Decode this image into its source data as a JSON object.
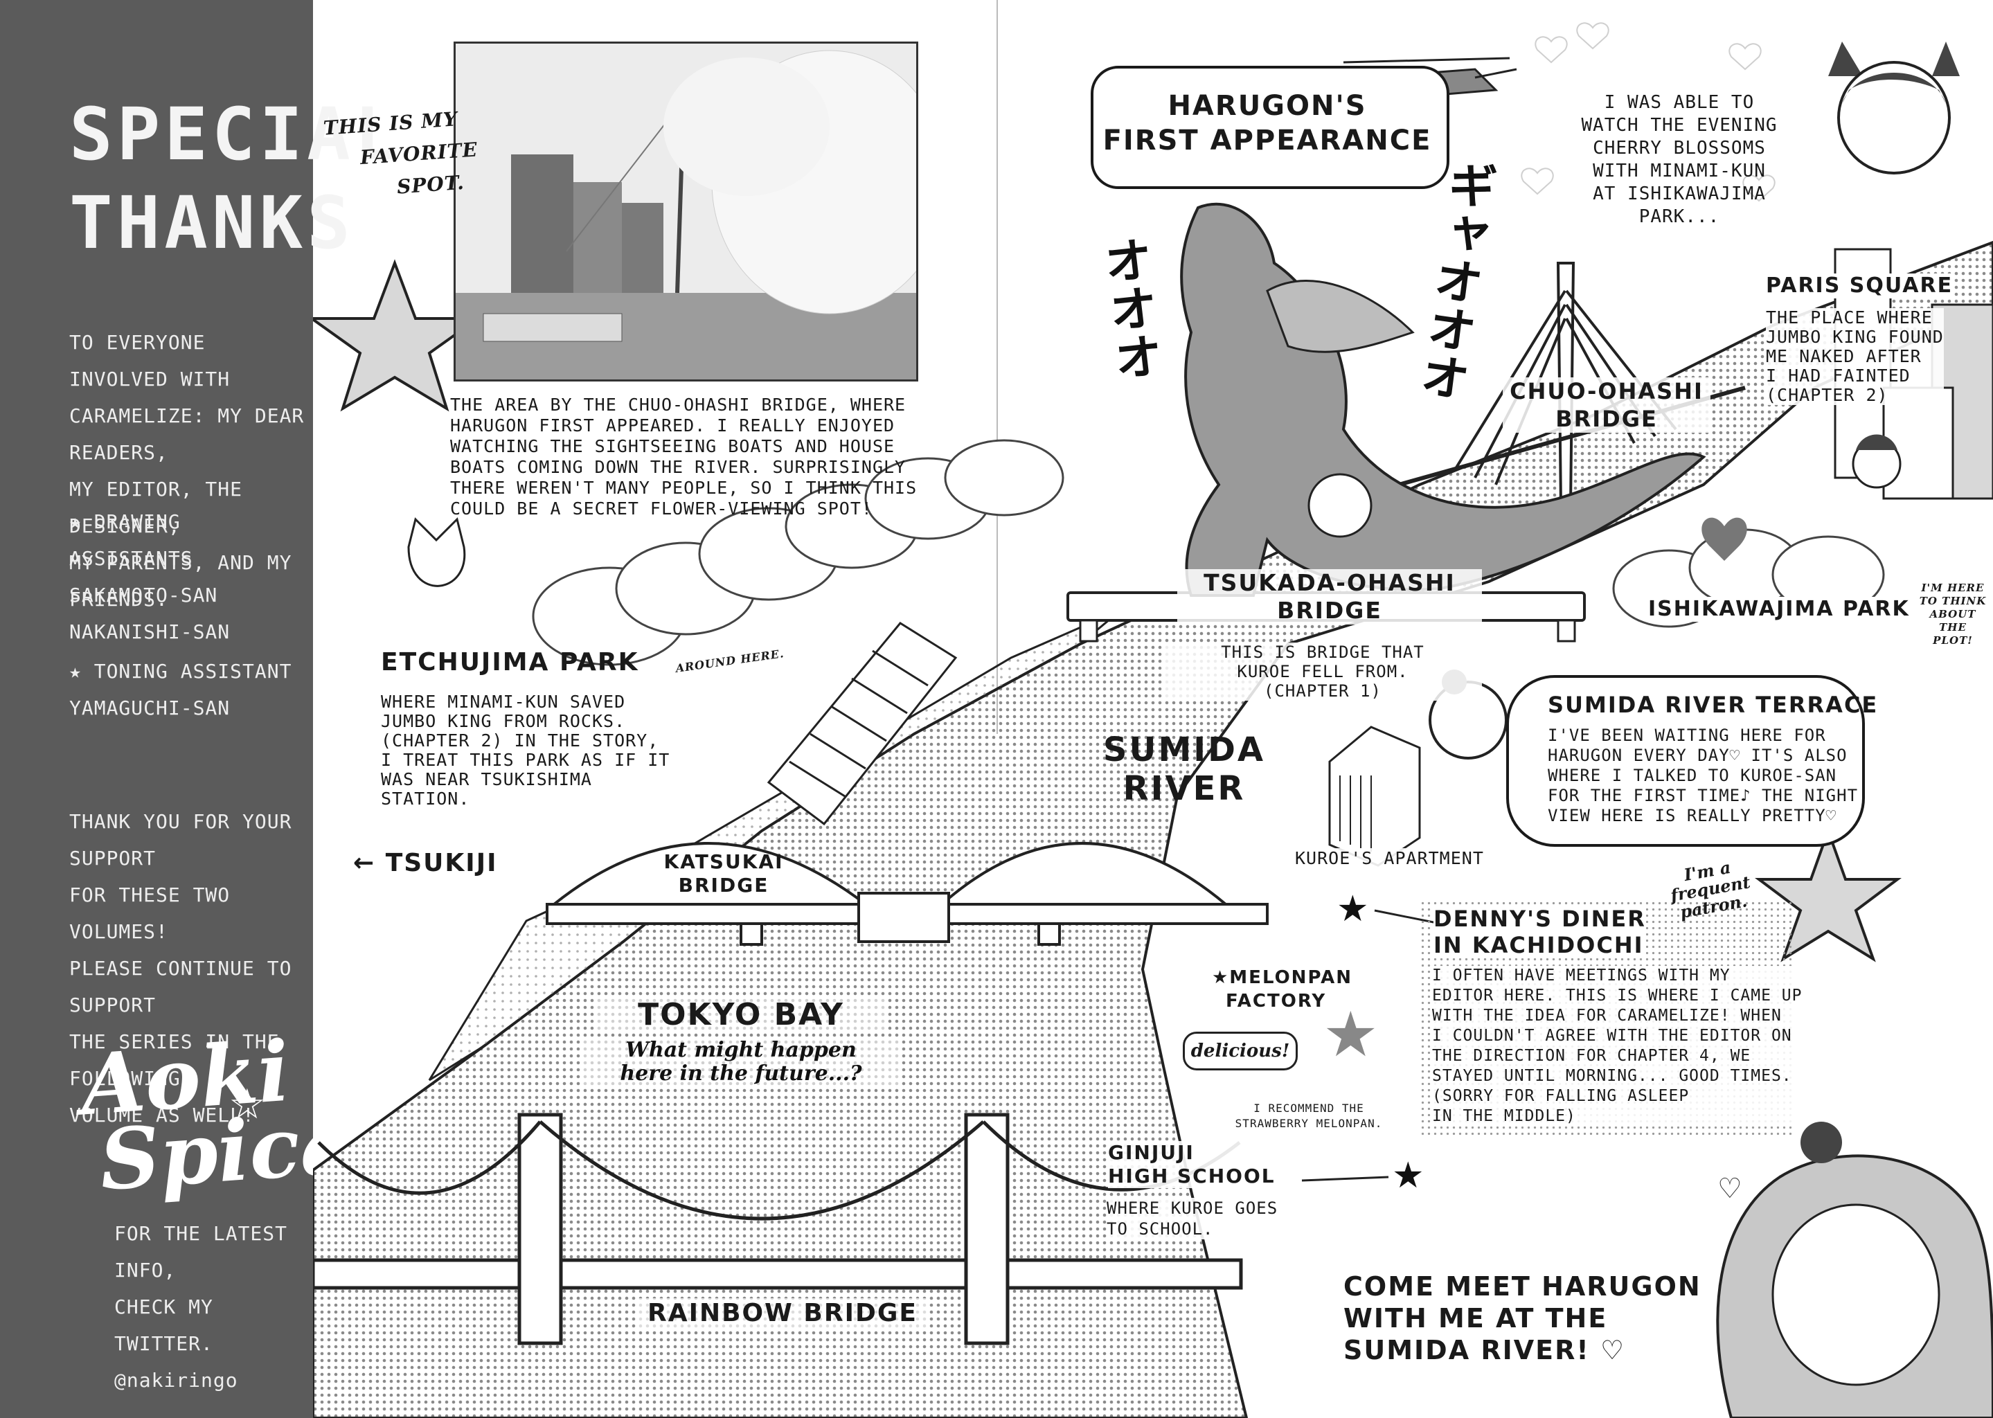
{
  "sidebar": {
    "title": [
      "SPECIAL",
      "THANKS"
    ],
    "thanks_lines": [
      "TO EVERYONE INVOLVED WITH",
      "CARAMELIZE: MY DEAR READERS,",
      "MY EDITOR, THE DESIGNER,",
      "MY PARENTS, AND MY FRIENDS."
    ],
    "drawing_assistants_heading": "★ DRAWING ASSISTANTS",
    "drawing_assistants": [
      "SAKAMOTO-SAN",
      "NAKANISHI-SAN"
    ],
    "toning_assistant_heading": "★ TONING ASSISTANT",
    "toning_assistant": [
      "YAMAGUCHI-SAN"
    ],
    "support_lines": [
      "THANK YOU FOR YOUR SUPPORT",
      "FOR THESE TWO VOLUMES!",
      "PLEASE CONTINUE TO SUPPORT",
      "THE SERIES IN THE FOLLOWING",
      "VOLUME AS WELL!"
    ],
    "signature": [
      "Aoki",
      "Spica"
    ],
    "info_lines": [
      "FOR THE LATEST INFO,",
      "CHECK MY TWITTER.",
      "@nakiringo"
    ]
  },
  "photo": {
    "side_note": [
      "THIS IS MY",
      "FAVORITE",
      "SPOT."
    ],
    "caption": [
      "THE AREA BY THE CHUO-OHASHI BRIDGE, WHERE",
      "HARUGON FIRST APPEARED. I REALLY ENJOYED",
      "WATCHING THE SIGHTSEEING BOATS AND HOUSE",
      "BOATS COMING DOWN THE RIVER. SURPRISINGLY",
      "THERE WEREN'T MANY PEOPLE, SO I THINK THIS",
      "COULD BE A SECRET FLOWER-VIEWING SPOT!"
    ]
  },
  "harugon": {
    "title": [
      "HARUGON'S",
      "FIRST APPEARANCE"
    ],
    "sfx_vertical_1": "ギャオオオ",
    "sfx_vertical_2": "オオオ"
  },
  "top_right": {
    "note": [
      "I WAS ABLE TO",
      "WATCH THE EVENING",
      "CHERRY BLOSSOMS",
      "WITH MINAMI-KUN",
      "AT ISHIKAWAJIMA",
      "PARK..."
    ],
    "paris_square": "PARIS SQUARE",
    "paris_note": [
      "THE PLACE WHERE",
      "JUMBO KING FOUND",
      "ME NAKED AFTER",
      "I HAD FAINTED",
      "(CHAPTER 2)"
    ]
  },
  "places": {
    "chuo_ohashi": [
      "CHUO-OHASHI",
      "BRIDGE"
    ],
    "tsukada_ohashi": [
      "TSUKADA-OHASHI",
      "BRIDGE"
    ],
    "tsukada_note": [
      "THIS IS BRIDGE THAT",
      "KUROE FELL FROM.",
      "(CHAPTER 1)"
    ],
    "ishikawajima": "ISHIKAWAJIMA PARK",
    "ishikawajima_aside": [
      "I'M HERE",
      "TO THINK",
      "ABOUT",
      "THE PLOT!"
    ],
    "etchujima": "ETCHUJIMA PARK",
    "around_here": "AROUND HERE.",
    "etchujima_note": [
      "WHERE MINAMI-KUN SAVED",
      "JUMBO KING FROM ROCKS.",
      "(CHAPTER 2) IN THE STORY,",
      "I TREAT THIS PARK AS IF IT",
      "WAS NEAR TSUKISHIMA",
      "STATION."
    ],
    "sumida_river": [
      "SUMIDA",
      "RIVER"
    ],
    "tsukiji": "← TSUKIJI",
    "katsukai": [
      "KATSUKAI",
      "BRIDGE"
    ],
    "kuroe_apartment": "KUROE'S APARTMENT",
    "tokyo_bay": "TOKYO BAY",
    "tokyo_bay_note": [
      "What might happen",
      "here in the future...?"
    ],
    "melonpan": [
      "★MELONPAN",
      "FACTORY"
    ],
    "delicious": "delicious!",
    "melonpan_note": [
      "I RECOMMEND THE",
      "STRAWBERRY MELONPAN."
    ],
    "ginjuji": [
      "GINJUJI",
      "HIGH SCHOOL"
    ],
    "ginjuji_note": [
      "WHERE KUROE GOES",
      "TO SCHOOL."
    ],
    "rainbow_bridge": "RAINBOW BRIDGE"
  },
  "terrace": {
    "title": "SUMIDA RIVER TERRACE",
    "text": [
      "I'VE BEEN WAITING HERE FOR",
      "HARUGON EVERY DAY♡ IT'S ALSO",
      "WHERE I TALKED TO KUROE-SAN",
      "FOR THE FIRST TIME♪ THE NIGHT",
      "VIEW HERE IS REALLY PRETTY♡"
    ]
  },
  "dennys": {
    "title": [
      "DENNY'S DINER",
      "IN KACHIDOCHI"
    ],
    "aside": [
      "I'm a",
      "frequent",
      "patron."
    ],
    "text": [
      "I OFTEN HAVE MEETINGS WITH MY",
      "EDITOR HERE. THIS IS WHERE I CAME UP",
      "WITH THE IDEA FOR CARAMELIZE! WHEN",
      "I COULDN'T AGREE WITH THE EDITOR ON",
      "THE DIRECTION FOR CHAPTER 4, WE",
      "STAYED UNTIL MORNING... GOOD TIMES.",
      "(SORRY FOR FALLING ASLEEP",
      "IN THE MIDDLE)"
    ]
  },
  "come_meet": [
    "COME MEET HARUGON",
    "WITH ME AT THE",
    "SUMIDA RIVER! ♡"
  ]
}
